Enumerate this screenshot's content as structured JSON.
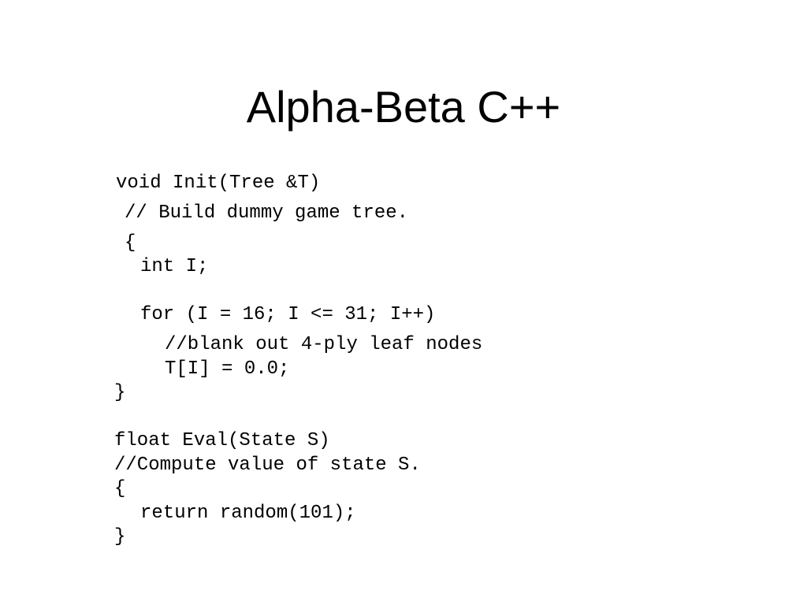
{
  "slide": {
    "title": "Alpha-Beta C++",
    "code_lines": [
      "void Init(Tree &T)",
      "// Build dummy game tree.",
      "{",
      "int I;",
      "for (I = 16; I <= 31; I++)",
      "//blank out 4-ply leaf nodes",
      "T[I] = 0.0;",
      "}",
      "float Eval(State S)",
      "//Compute value of state S.",
      "{",
      "return random(101);",
      "}"
    ]
  }
}
